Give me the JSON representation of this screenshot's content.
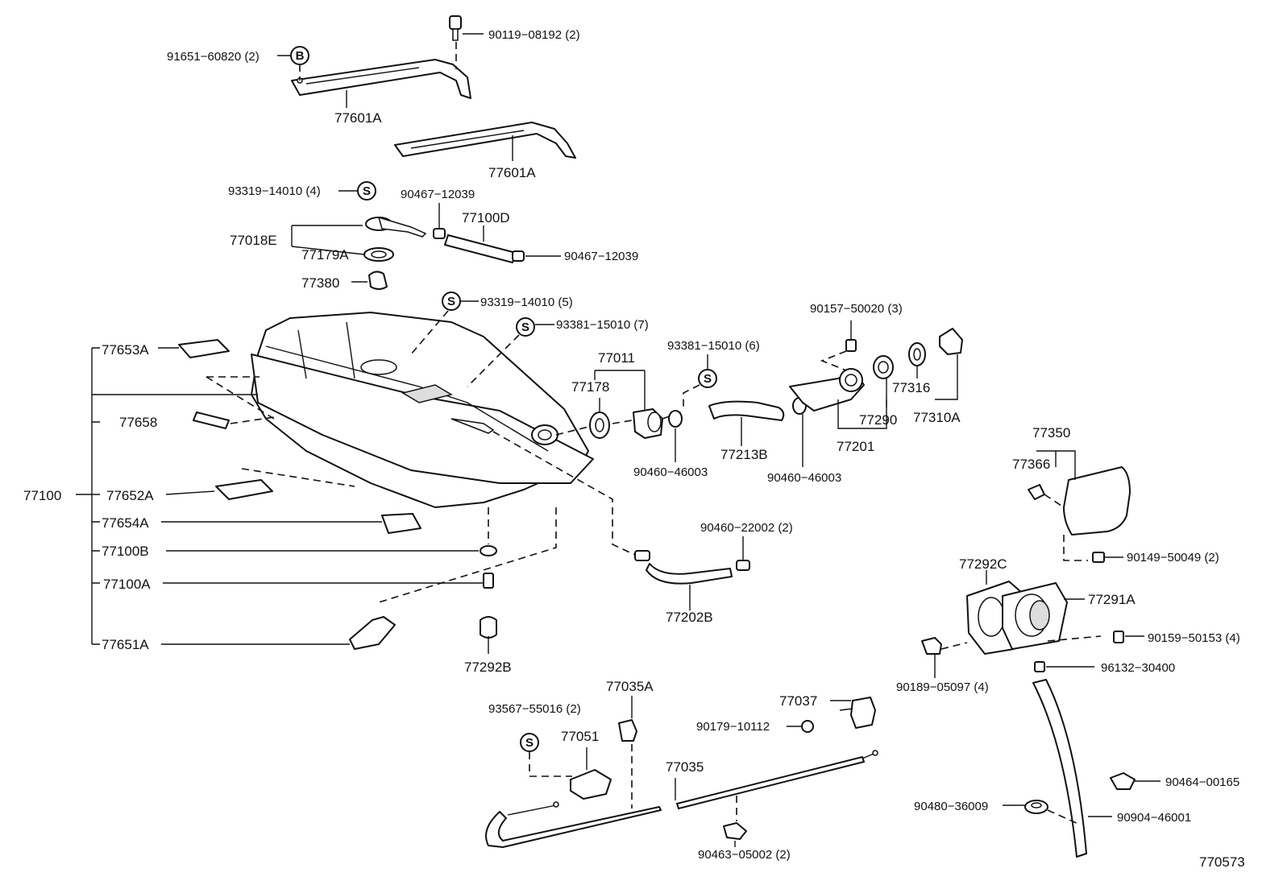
{
  "diagram_id": "770573",
  "symbols": {
    "B": "B",
    "S": "S"
  },
  "labels": {
    "l_91651": "91651−60820 (2)",
    "l_90119": "90119−08192 (2)",
    "l_77601A_top": "77601A",
    "l_77601A_bot": "77601A",
    "l_93319_4": "93319−14010 (4)",
    "l_90467_a": "90467−12039",
    "l_77100D": "77100D",
    "l_77018E": "77018E",
    "l_77179A": "77179A",
    "l_90467_b": "90467−12039",
    "l_77380": "77380",
    "l_93319_5": "93319−14010 (5)",
    "l_93381_7": "93381−15010 (7)",
    "l_90157": "90157−50020 (3)",
    "l_77653A": "77653A",
    "l_77011": "77011",
    "l_93381_6": "93381−15010 (6)",
    "l_77178": "77178",
    "l_77316": "77316",
    "l_77290": "77290",
    "l_77310A": "77310A",
    "l_77658": "77658",
    "l_77213B": "77213B",
    "l_77201": "77201",
    "l_90460_46003_a": "90460−46003",
    "l_90460_46003_b": "90460−46003",
    "l_77350": "77350",
    "l_77366": "77366",
    "l_77100": "77100",
    "l_77652A": "77652A",
    "l_77654A": "77654A",
    "l_90460_22002": "90460−22002 (2)",
    "l_77100B": "77100B",
    "l_90149": "90149−50049 (2)",
    "l_77292C": "77292C",
    "l_77100A": "77100A",
    "l_77291A": "77291A",
    "l_77202B": "77202B",
    "l_77651A": "77651A",
    "l_90159": "90159−50153 (4)",
    "l_90189": "90189−05097 (4)",
    "l_77292B": "77292B",
    "l_96132": "96132−30400",
    "l_77035A": "77035A",
    "l_77037": "77037",
    "l_93567": "93567−55016 (2)",
    "l_90179": "90179−10112",
    "l_77051": "77051",
    "l_77035": "77035",
    "l_90464": "90464−00165",
    "l_90480": "90480−36009",
    "l_90904": "90904−46001",
    "l_90463": "90463−05002 (2)",
    "l_770573": "770573"
  }
}
